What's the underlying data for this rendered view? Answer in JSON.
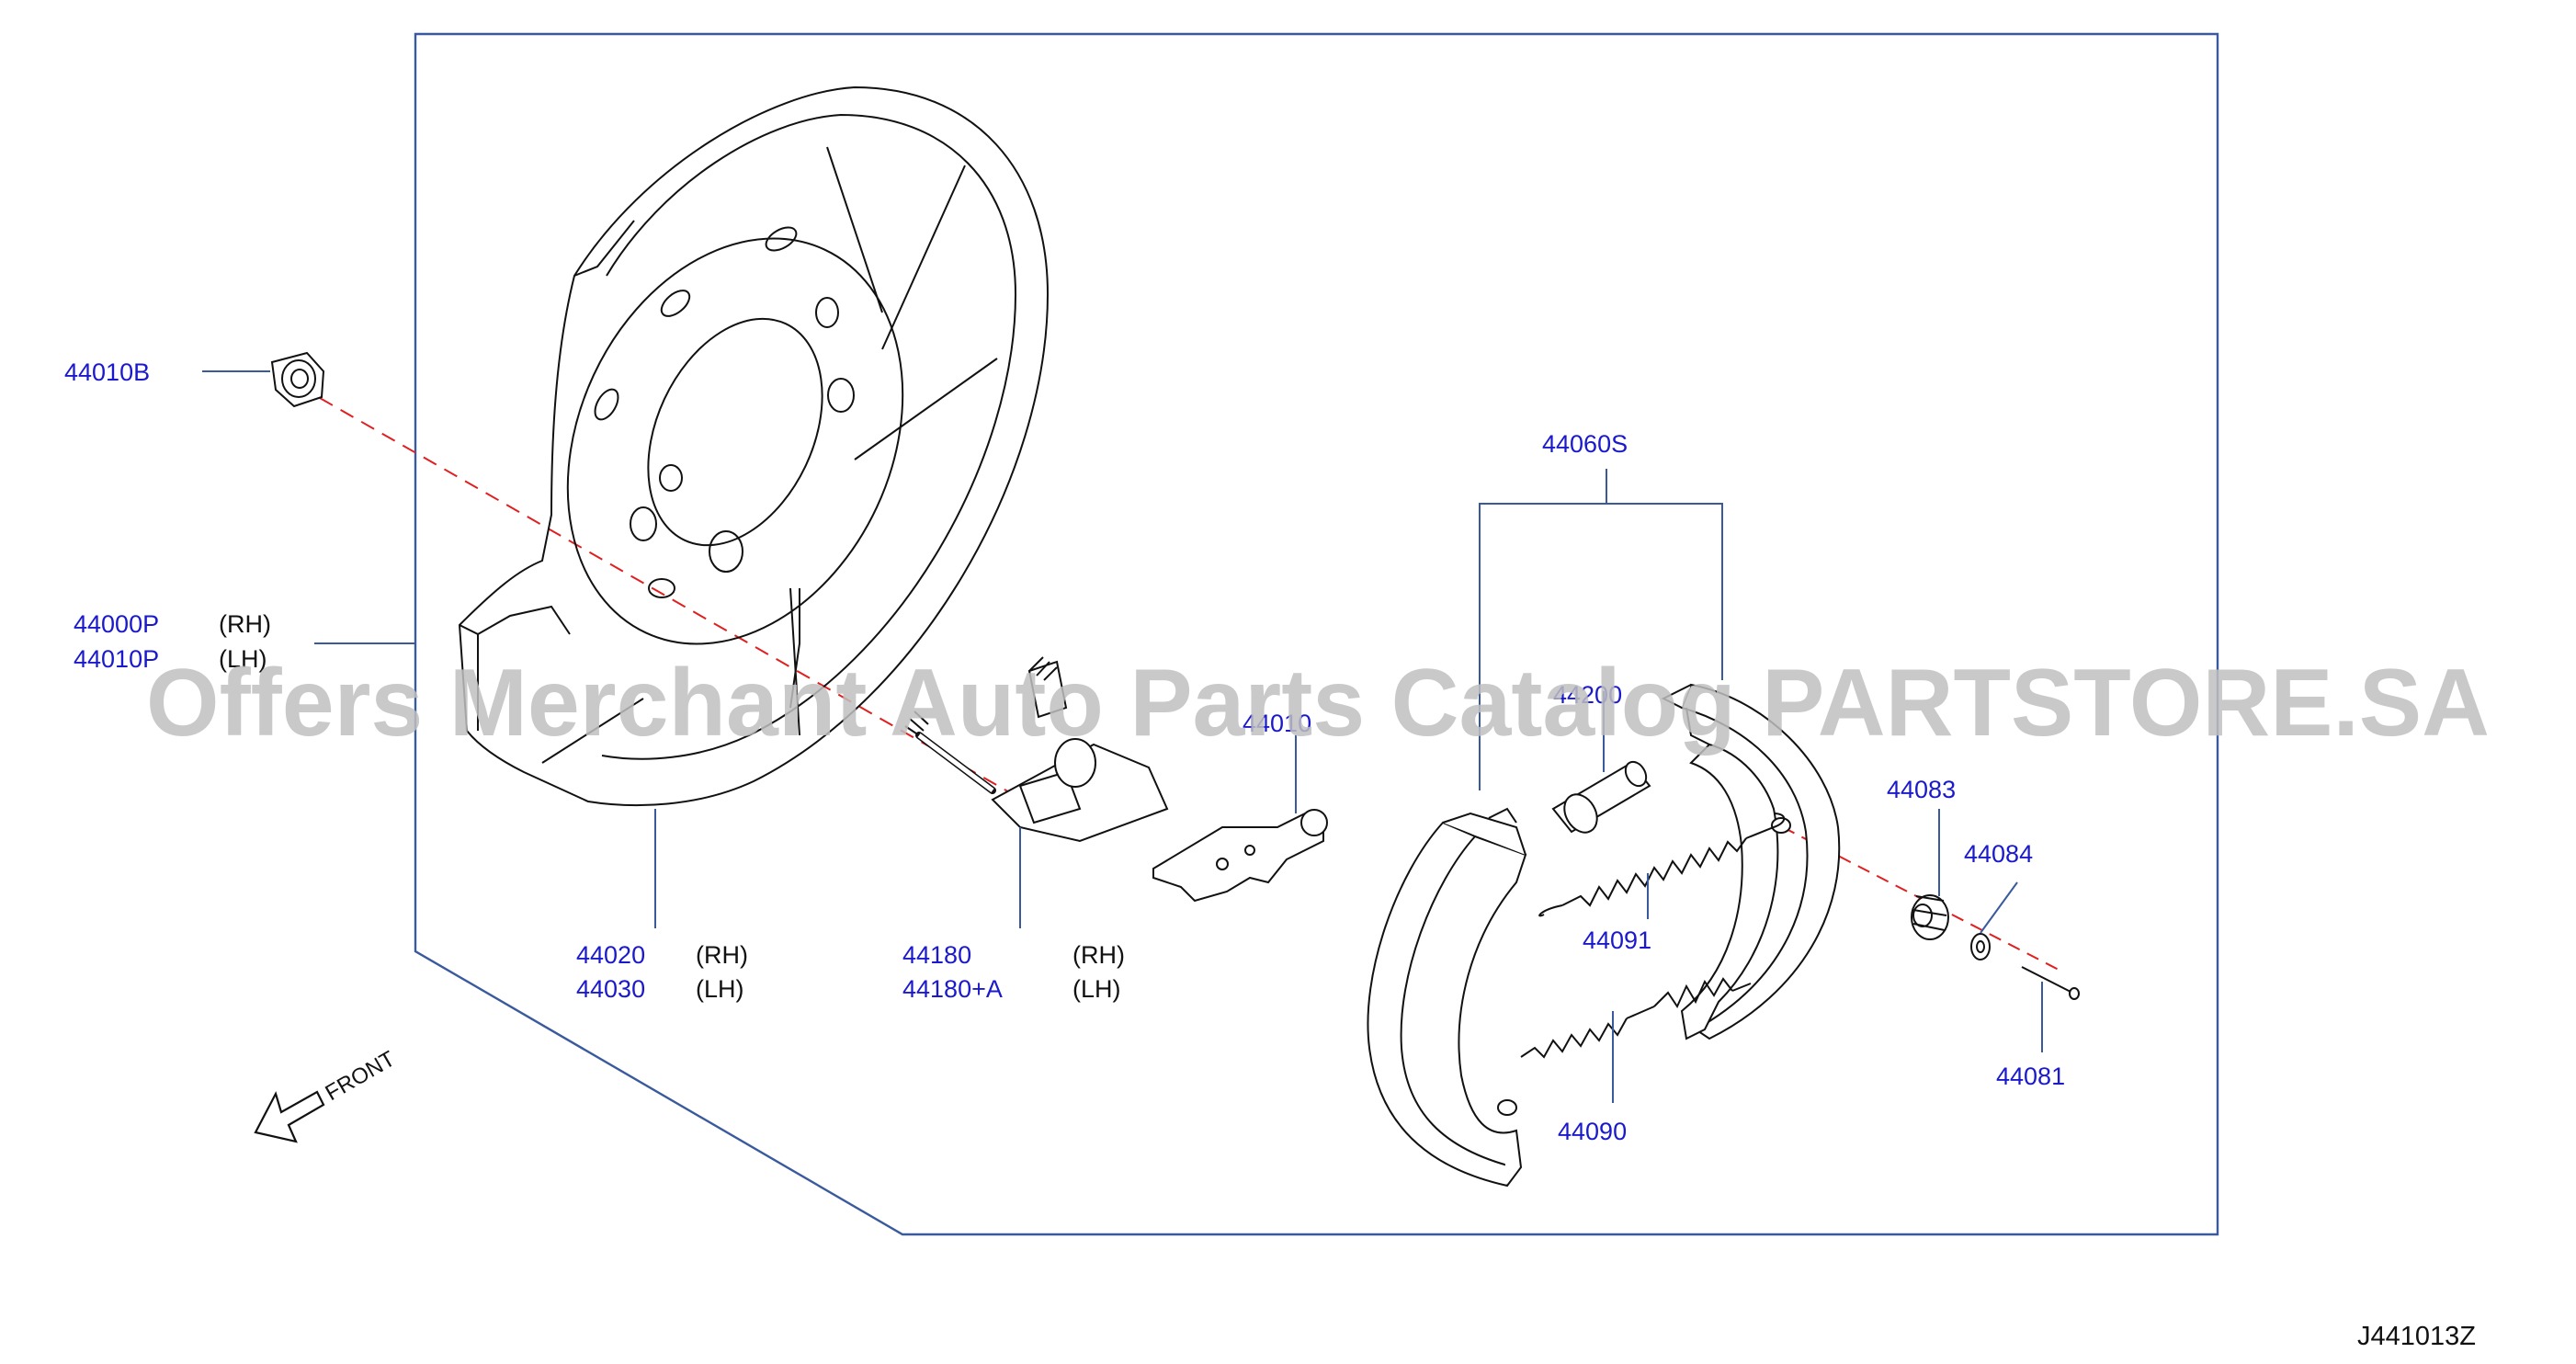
{
  "diagram": {
    "code": "J441013Z",
    "direction_label": "FRONT",
    "watermark": "Offers Merchant Auto Parts Catalog PARTSTORE.SA"
  },
  "callouts": {
    "p44010B": "44010B",
    "p44000P": "44000P",
    "p44000P_side": "(RH)",
    "p44010P": "44010P",
    "p44010P_side": "(LH)",
    "p44020": "44020",
    "p44020_side": "(RH)",
    "p44030": "44030",
    "p44030_side": "(LH)",
    "p44180": "44180",
    "p44180_side": "(RH)",
    "p44180A": "44180+A",
    "p44180A_side": "(LH)",
    "p44010": "44010",
    "p44060S": "44060S",
    "p44200": "44200",
    "p44091": "44091",
    "p44090": "44090",
    "p44083": "44083",
    "p44084": "44084",
    "p44081": "44081"
  },
  "colors": {
    "link_text": "#1a1acc",
    "leader_line": "#3a5a9e",
    "frame_line": "#3a5a9e",
    "part_line": "#111111",
    "axis_dash": "#e02020",
    "watermark": "#c8c8c8",
    "label_text": "#111111"
  }
}
